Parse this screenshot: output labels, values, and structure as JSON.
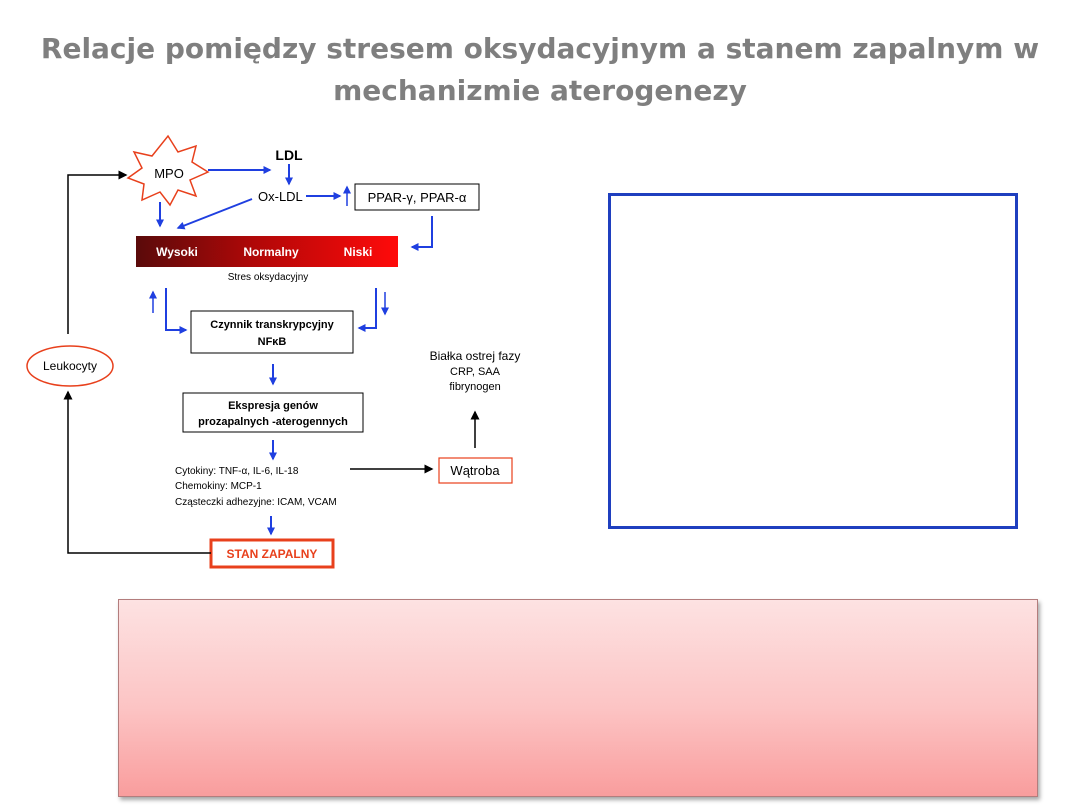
{
  "title": {
    "line1": "Relacje pomiędzy stresem oksydacyjnym a stanem zapalnym w",
    "line2": "mechanizmie aterogenezy"
  },
  "diagram": {
    "mpo": "MPO",
    "ldl": "LDL",
    "oxldl": "Ox-LDL",
    "ppar": "PPAR-γ, PPAR-α",
    "bar": {
      "high": "Wysoki",
      "normal": "Normalny",
      "low": "Niski",
      "caption": "Stres oksydacyjny"
    },
    "nfkb": {
      "line1": "Czynnik transkrypcyjny",
      "line2": "NFκB"
    },
    "expression": {
      "line1": "Ekspresja genów",
      "line2": "prozapalnych -aterogennych"
    },
    "cytokines": {
      "line1": "Cytokiny: TNF-α, IL-6, IL-18",
      "line2": "Chemokiny: MCP-1",
      "line3": "Cząsteczki adhezyjne: ICAM, VCAM"
    },
    "inflammation": "STAN ZAPALNY",
    "leukocytes": "Leukocyty",
    "liver": "Wątroba",
    "acute_phase": {
      "line1": "Białka ostrej fazy",
      "line2": "CRP,  SAA",
      "line3": "fibrynogen"
    }
  },
  "colors": {
    "arrow_blue": "#1f3fe0",
    "accent_red": "#e8401c",
    "bar_dark": "#5a0a0a",
    "bar_light": "#ff0a0a",
    "panel_border": "#1f3fbf"
  }
}
